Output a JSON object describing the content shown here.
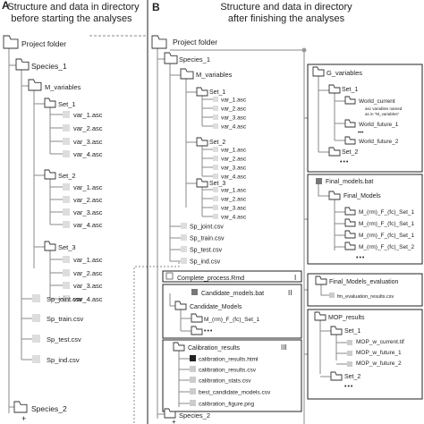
{
  "panel_a": {
    "letter": "A",
    "title_line1": "Structure and data in directory",
    "title_line2": "before starting the analyses",
    "project_folder": "Project folder",
    "species_1": "Species_1",
    "m_variables": "M_variables",
    "set_1": "Set_1",
    "set_2": "Set_2",
    "set_3": "Set_3",
    "var_1": "var_1.asc",
    "var_2": "var_2.asc",
    "var_3": "var_3.asc",
    "var_4": "var_4.asc",
    "sp_joint": "Sp_joint.csv",
    "sp_train": "Sp_train.csv",
    "sp_test": "Sp_test.csv",
    "sp_ind": "Sp_ind.csv",
    "species_2": "Species_2",
    "plus": "+"
  },
  "panel_b": {
    "letter": "B",
    "title_line1": "Structure and data in directory",
    "title_line2": "after finishing the analyses",
    "project_folder": "Project folder",
    "species_1": "Species_1",
    "m_variables": "M_variables",
    "set_1": "Set_1",
    "set_2": "Set_2",
    "set_3": "Set_3",
    "var_1": "var_1.asc",
    "var_2": "var_2.asc",
    "var_3": "var_3.asc",
    "var_4": "var_4.asc",
    "sp_joint": "Sp_joint.csv",
    "sp_train": "Sp_train.csv",
    "sp_test": "Sp_test.csv",
    "sp_ind": "Sp_ind.csv",
    "complete_process": "Complete_process.Rmd",
    "roman_1": "I",
    "candidate_models_bat": "Candidate_models.bat",
    "roman_2": "II",
    "candidate_models": "Candidate_Models",
    "candidate_set_1": "M_(rm)_F_(fc)_Set_1",
    "ellipsis": "•••",
    "calibration_results": "Calibration_results",
    "roman_3": "III",
    "calibration_html": "calibration_results.html",
    "calibration_csv": "calibration_results.csv",
    "calibration_stats": "calibration_stats.csv",
    "best_candidate": "best_candidate_models.csv",
    "calibration_png": "calibration_figure.png",
    "species_2": "Species_2",
    "plus": "+",
    "g_variables": "G_variables",
    "world_current": "World_current",
    "asc_note_1": "asc variables named",
    "asc_note_2": "as in \"M_variables\"",
    "world_future_1": "World_future_1",
    "world_future_2": "World_future_2",
    "final_models_bat": "Final_models.bat",
    "final_models": "Final_Models",
    "fm_1": "M_(rm)_F_(fc)_Set_1",
    "fm_2": "M_(rm)_F_(fc)_Set_1",
    "fm_3": "M_(rm)_F_(fc)_Set_1",
    "fm_4": "M_(rm)_F_(fc)_Set_2",
    "final_models_evaluation": "Final_Models_evaluation",
    "fm_eval_csv": "fm_evaluation_results.csv",
    "mop_results": "MOP_results",
    "mop_current": "MOP_w_current.tif",
    "mop_future_1": "MOP_w_future_1",
    "mop_future_2": "MOP_w_future_2"
  }
}
